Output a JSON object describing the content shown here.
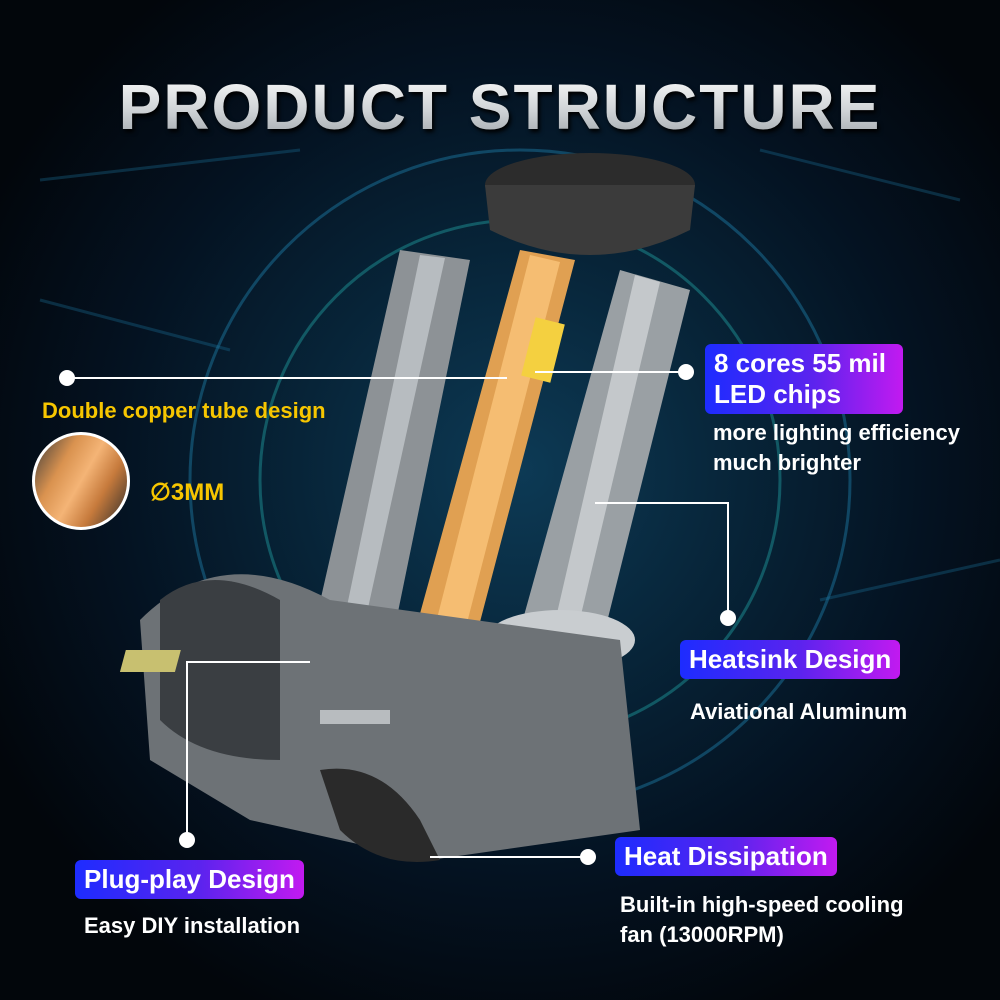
{
  "title": "PRODUCT STRUCTURE",
  "copper": {
    "label": "Double copper tube design",
    "diameter": "∅3MM"
  },
  "chips": {
    "title_line1": "8 cores 55 mil",
    "title_line2": "LED chips",
    "desc_line1": "more lighting efficiency",
    "desc_line2": "much brighter"
  },
  "heatsink": {
    "title": "Heatsink Design",
    "desc": "Aviational Aluminum"
  },
  "dissipation": {
    "title": "Heat Dissipation",
    "desc_line1": "Built-in high-speed cooling",
    "desc_line2": "fan (13000RPM)"
  },
  "plug": {
    "title": "Plug-play Design",
    "desc": "Easy DIY installation"
  },
  "colors": {
    "accent_yellow": "#f7c600",
    "label_gradient_start": "#1d2cff",
    "label_gradient_end": "#c21af0"
  }
}
